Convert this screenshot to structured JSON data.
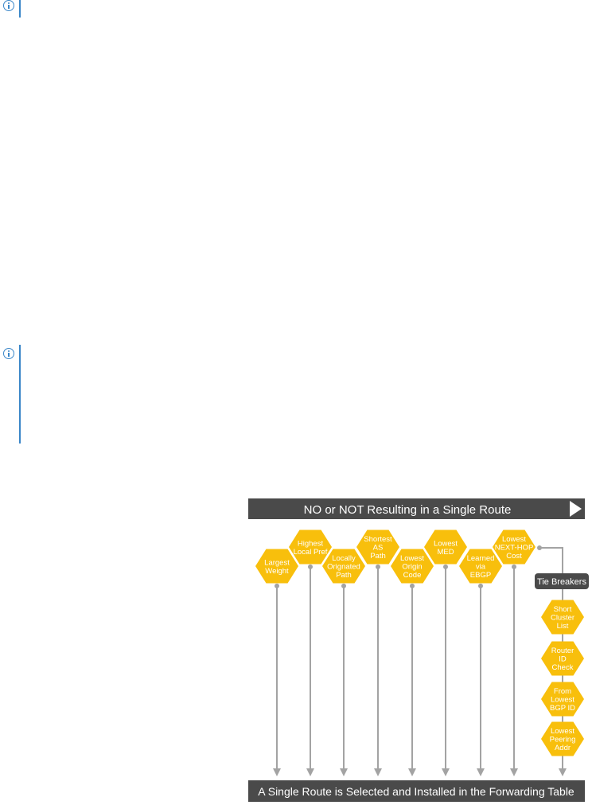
{
  "notes": [
    {
      "icon": "info-icon"
    },
    {
      "icon": "info-icon"
    }
  ],
  "diagram": {
    "top_banner": "NO or NOT Resulting in a Single Route",
    "bottom_banner": "A Single Route is Selected and Installed in the Forwarding Table",
    "tie_breakers_label": "Tie Breakers",
    "criteria": [
      {
        "lines": [
          "Largest",
          "Weight"
        ]
      },
      {
        "lines": [
          "Highest",
          "Local Pref"
        ]
      },
      {
        "lines": [
          "Locally",
          "Orignated",
          "Path"
        ]
      },
      {
        "lines": [
          "Shortest",
          "AS",
          "Path"
        ]
      },
      {
        "lines": [
          "Lowest",
          "Origin",
          "Code"
        ]
      },
      {
        "lines": [
          "Lowest",
          "MED"
        ]
      },
      {
        "lines": [
          "Learned",
          "via",
          "EBGP"
        ]
      },
      {
        "lines": [
          "Lowest",
          "NEXT-HOP",
          "Cost"
        ]
      }
    ],
    "tie_breakers": [
      {
        "lines": [
          "Short",
          "Cluster",
          "List"
        ]
      },
      {
        "lines": [
          "Router",
          "ID",
          "Check"
        ]
      },
      {
        "lines": [
          "From",
          "Lowest",
          "BGP ID"
        ]
      },
      {
        "lines": [
          "Lowest",
          "Peering",
          "Addr"
        ]
      }
    ],
    "colors": {
      "hexagon": "#f8bf0c",
      "banner": "#4a4a4a",
      "arrow": "#a3a3a3"
    }
  }
}
